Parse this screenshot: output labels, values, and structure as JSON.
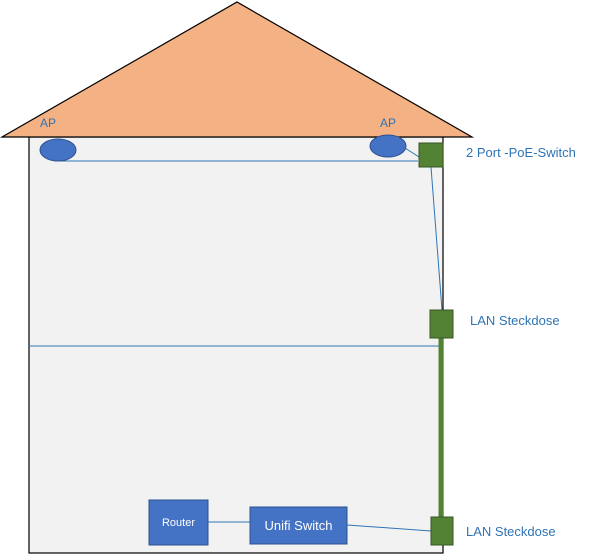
{
  "colors": {
    "roof_fill": "#f4b183",
    "wall_fill": "#f2f2f2",
    "outline": "#000000",
    "cable": "#2e75b6",
    "ap_fill": "#4472c4",
    "device_fill": "#4472c4",
    "socket_fill": "#548235",
    "socket_stroke": "#375623",
    "label_text": "#2e74b5",
    "device_text": "#ffffff"
  },
  "labels": {
    "ap_left": "AP",
    "ap_right": "AP",
    "poe_switch": "2 Port -PoE-Switch",
    "lan_upper": "LAN Steckdose",
    "lan_lower": "LAN Steckdose",
    "router": "Router",
    "unifi_switch": "Unifi Switch"
  }
}
